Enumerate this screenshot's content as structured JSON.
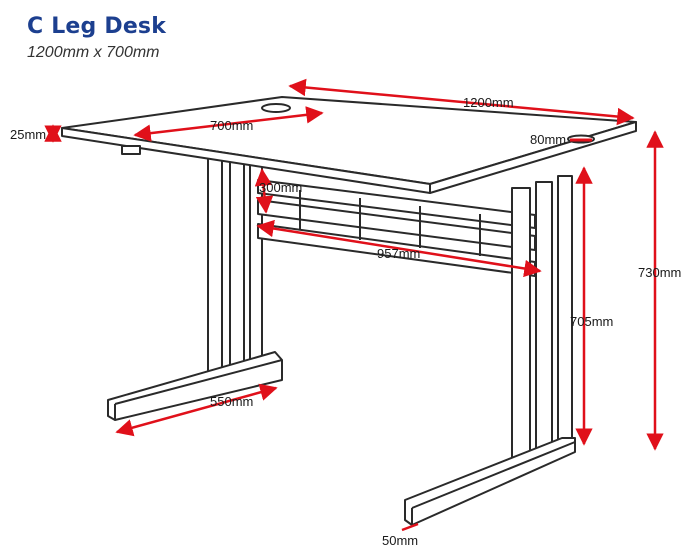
{
  "title": "C Leg Desk",
  "subtitle": "1200mm x 700mm",
  "dimensions": {
    "width": "1200mm",
    "depth": "700mm",
    "top_thickness": "25mm",
    "cable_port": "80mm",
    "modesty_panel": "300mm",
    "inner_width": "957mm",
    "leg_height": "705mm",
    "total_height": "730mm",
    "foot_depth": "550mm",
    "foot_width": "50mm"
  },
  "colors": {
    "title": "#1c3f8f",
    "dimension_line": "#e0101a",
    "outline": "#2a2a2a"
  }
}
